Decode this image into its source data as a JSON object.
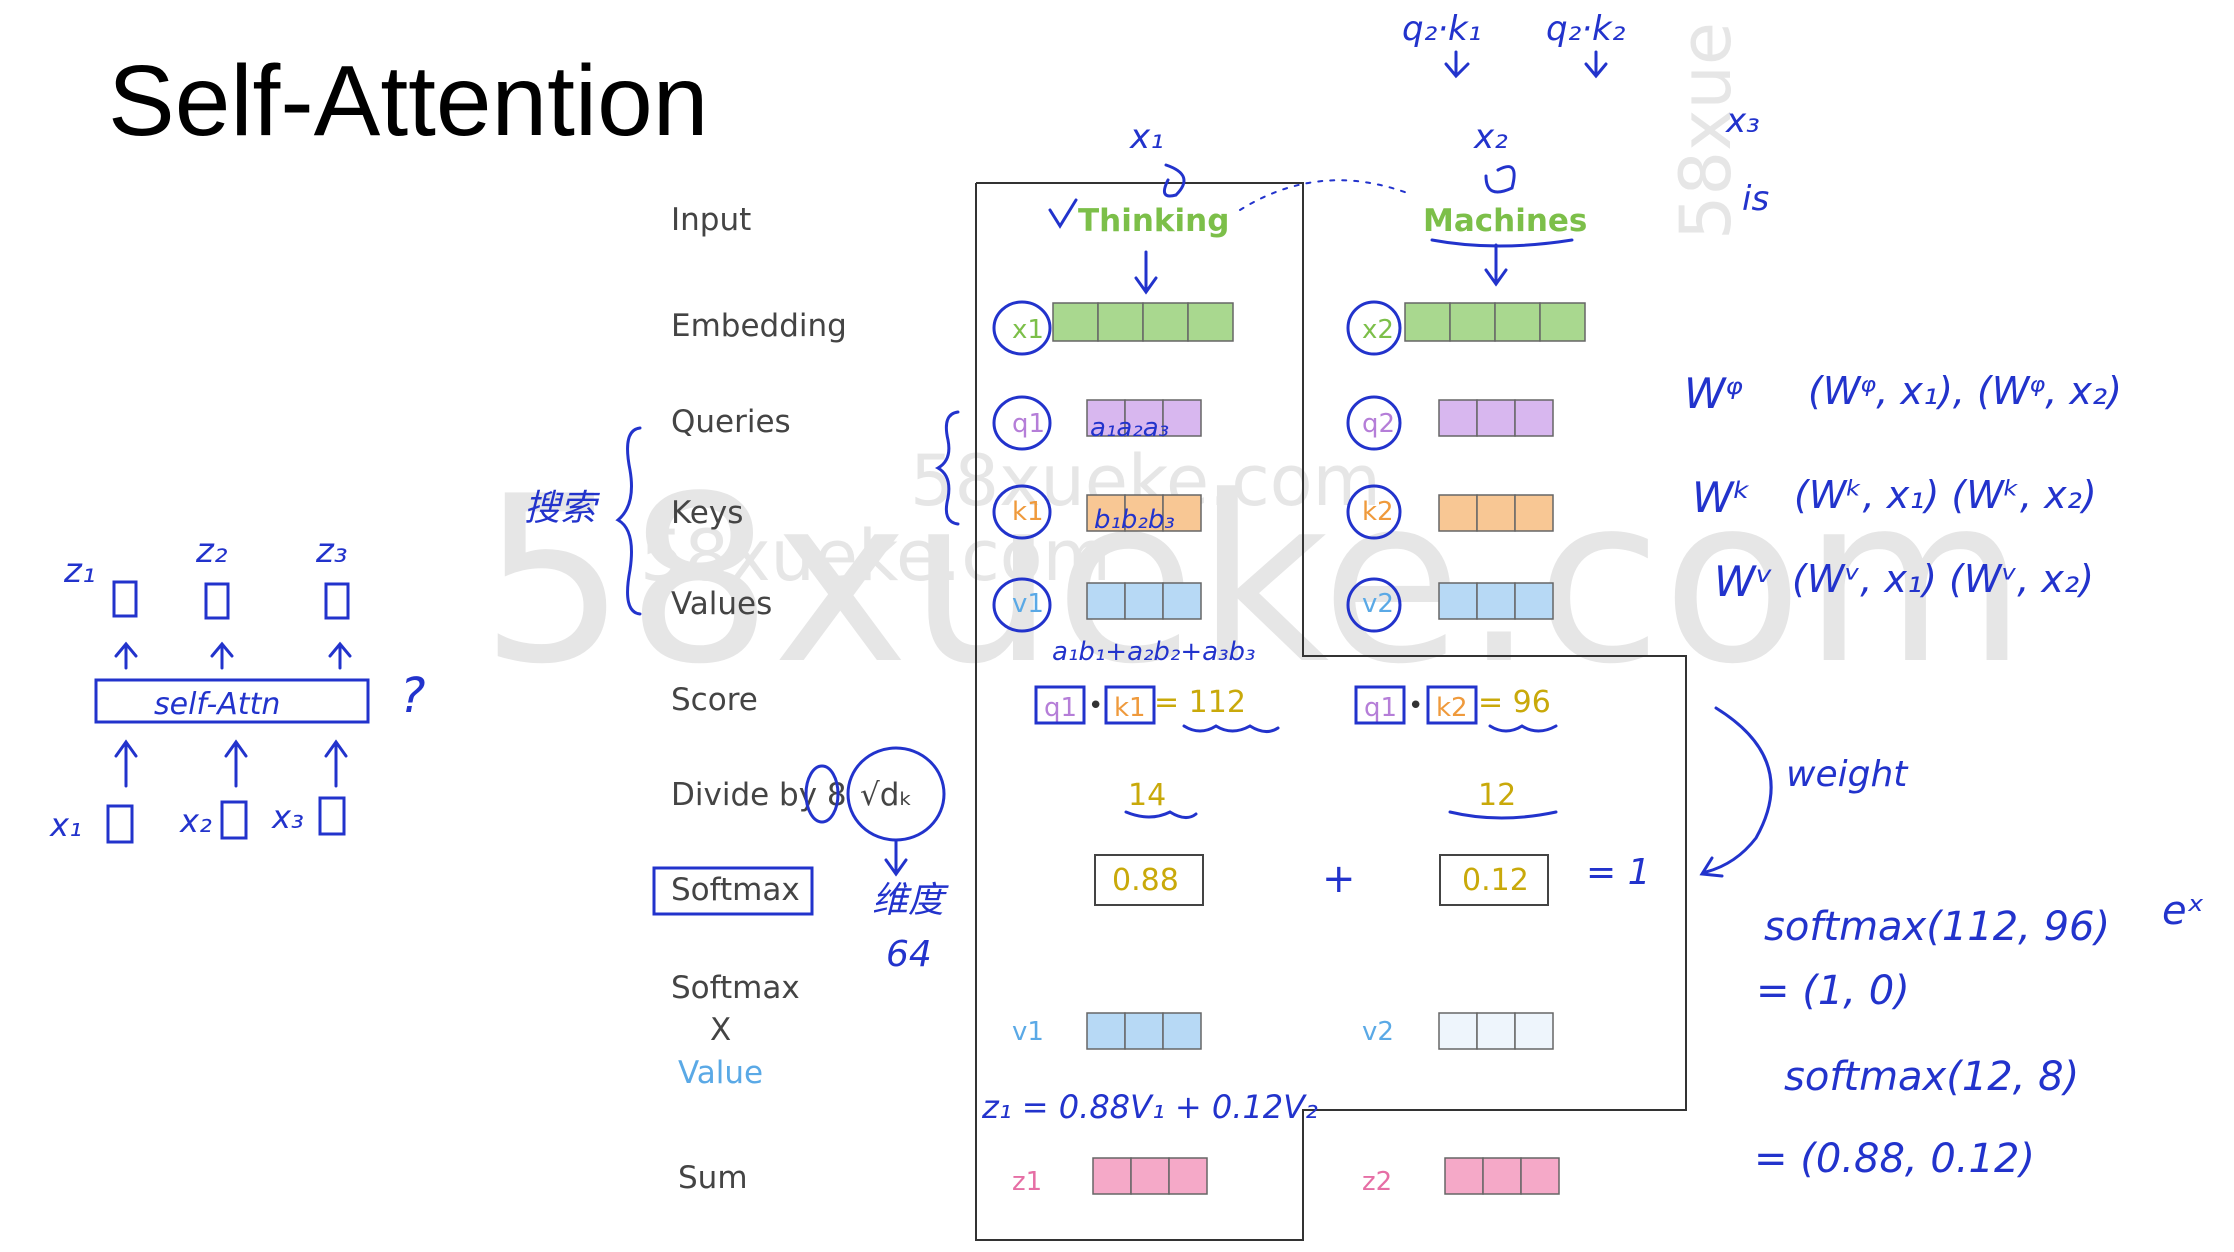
{
  "title": "Self-Attention",
  "rows": {
    "input": "Input",
    "embedding": "Embedding",
    "queries": "Queries",
    "keys": "Keys",
    "values": "Values",
    "score": "Score",
    "divide": "Divide by 8",
    "sqrt_dk": "√dₖ",
    "softmax": "Softmax",
    "softmax_x_value_1": "Softmax",
    "softmax_x_value_2": "X",
    "softmax_x_value_3": "Value",
    "sum": "Sum"
  },
  "words": {
    "w1": "Thinking",
    "w2": "Machines"
  },
  "col1": {
    "x": "x1",
    "q": "q1",
    "k": "k1",
    "v": "v1",
    "z": "z1",
    "score_q": "q1",
    "score_k": "k1",
    "score_val": "= 112",
    "div_val": "14",
    "soft_val": "0.88",
    "vlabel": "v1",
    "zlabel": "z1"
  },
  "col2": {
    "x": "x2",
    "q": "q2",
    "k": "k2",
    "v": "v2",
    "z": "z2",
    "score_q": "q1",
    "score_k": "k2",
    "score_val": "= 96",
    "div_val": "12",
    "soft_val": "0.12",
    "vlabel": "v2",
    "zlabel": "z2"
  },
  "colors": {
    "green": "#a9d88f",
    "purple": "#d8b7ef",
    "orange": "#f8c794",
    "blue": "#b7d9f5",
    "pink": "#f5a9c8",
    "pale_blue": "#eef5fc",
    "ink": "#2233cc"
  },
  "handwriting": {
    "top_qk1": "q₂·k₁",
    "top_qk2": "q₂·k₂",
    "x1": "x₁",
    "x2": "x₂",
    "x3": "x₃",
    "is": "is",
    "q_cells": "a₁a₂a₃",
    "k_cells": "b₁b₂b₃",
    "dot_expand": "a₁b₁+a₂b₂+a₃b₃",
    "z1_formula": "z₁ = 0.88V₁ + 0.12V₂",
    "plus": "+",
    "eq1": "= 1",
    "weight": "weight",
    "dim": "维度",
    "dim64": "64",
    "search": "搜索",
    "wq": "Wᵠ",
    "wq_pairs": "(Wᵠ, x₁), (Wᵠ, x₂)",
    "wk": "Wᵏ",
    "wk_pairs": "(Wᵏ, x₁) (Wᵏ, x₂)",
    "wv": "Wᵛ",
    "wv_pairs": "(Wᵛ, x₁) (Wᵛ, x₂)",
    "softmax1": "softmax(112, 96)",
    "ex": "eˣ",
    "res1": "= (1, 0)",
    "softmax2": "softmax(12, 8)",
    "res2": "= (0.88, 0.12)",
    "z1": "z₁",
    "z2": "z₂",
    "z3": "z₃",
    "selfattn": "self-Attn",
    "question": "?",
    "bx1": "x₁",
    "bx2": "x₂",
    "bx3": "x₃"
  },
  "watermark": {
    "big": "58xueke.com",
    "small1": "58xueke.com",
    "small2": "58xueke.com",
    "vertical": "58xue"
  }
}
